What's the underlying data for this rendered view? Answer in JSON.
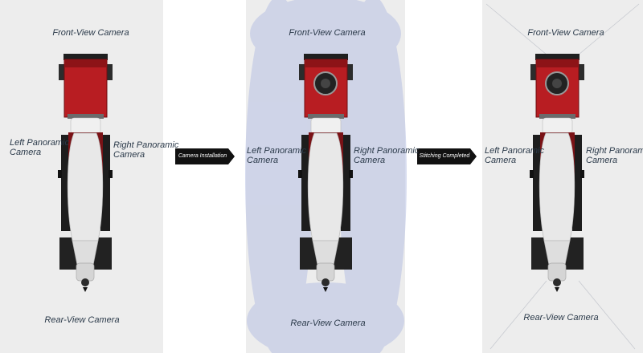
{
  "panels": [
    {
      "front": "Front-View Camera",
      "rear": "Rear-View Camera",
      "left": [
        "Left Panoramic",
        "Camera"
      ],
      "right": [
        "Right Panoramic",
        "Camera"
      ]
    },
    {
      "front": "Front-View Camera",
      "rear": "Rear-View Camera",
      "left": [
        "Left Panoramic",
        "Camera"
      ],
      "right": [
        "Right Panoramic",
        "Camera"
      ]
    },
    {
      "front": "Front-View Camera",
      "rear": "Rear-View Camera",
      "left": [
        "Left Panoramic",
        "Camera"
      ],
      "right": [
        "Right Panoramic",
        "Camera"
      ]
    }
  ],
  "steps": [
    "Camera Installation",
    "Stitching Completed"
  ],
  "colors": {
    "panel_bg": "#eeeeee",
    "coverage": "#b9c2e4",
    "cab": "#b81d22",
    "arrow": "#111111"
  }
}
